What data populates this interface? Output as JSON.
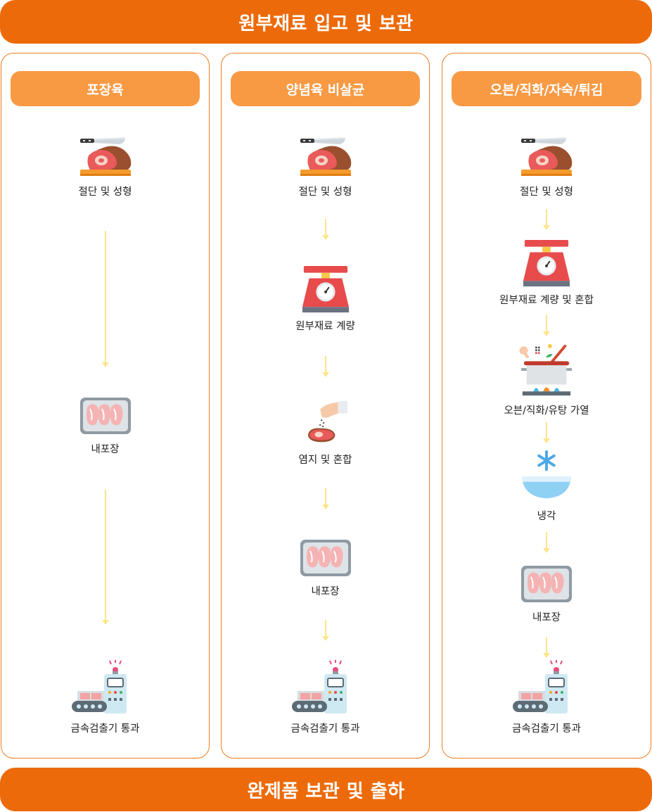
{
  "header": {
    "title": "원부재료 입고 및 보관"
  },
  "footer": {
    "title": "완제품 보관 및 출하"
  },
  "columns": [
    {
      "title": "포장육",
      "steps": [
        {
          "icon": "meat-cutting-icon",
          "label": "절단 및 성형"
        },
        {
          "icon": "meat-tray-icon",
          "label": "내포장"
        },
        {
          "icon": "metal-detector-icon",
          "label": "금속검출기 통과"
        }
      ]
    },
    {
      "title": "양념육 비살균",
      "steps": [
        {
          "icon": "meat-cutting-icon",
          "label": "절단 및 성형"
        },
        {
          "icon": "weighing-scale-icon",
          "label": "원부재료 계량"
        },
        {
          "icon": "seasoning-meat-icon",
          "label": "염지 및 혼합"
        },
        {
          "icon": "meat-tray-icon",
          "label": "내포장"
        },
        {
          "icon": "metal-detector-icon",
          "label": "금속검출기 통과"
        }
      ]
    },
    {
      "title": "오븐/직화/자숙/튀김",
      "steps": [
        {
          "icon": "meat-cutting-icon",
          "label": "절단 및 성형"
        },
        {
          "icon": "weighing-scale-icon",
          "label": "원부재료 계량 및 혼합"
        },
        {
          "icon": "cooking-pot-icon",
          "label": "오븐/직화/유탕 가열"
        },
        {
          "icon": "cooling-bowl-icon",
          "label": "냉각"
        },
        {
          "icon": "meat-tray-icon",
          "label": "내포장"
        },
        {
          "icon": "metal-detector-icon",
          "label": "금속검출기 통과"
        }
      ]
    }
  ]
}
